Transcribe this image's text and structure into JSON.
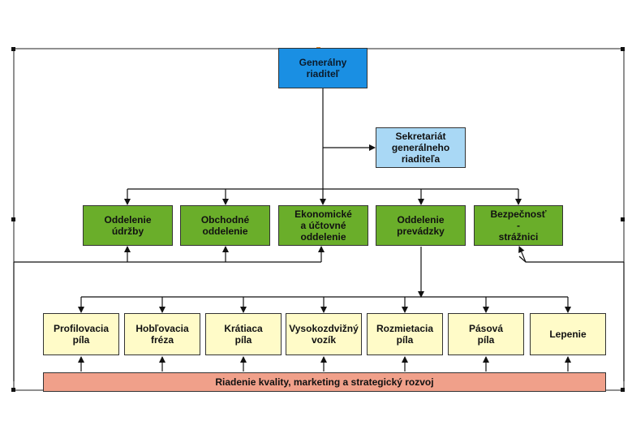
{
  "colors": {
    "top": "#1a8fe3",
    "secretariat": "#a9d8f5",
    "department": "#6aae2a",
    "production": "#fffbc8",
    "quality": "#f0a08a"
  },
  "top": {
    "label": "Generálny\nriaditeľ"
  },
  "secretariat": {
    "label": "Sekretariát\ngenerálneho\nriaditeľa"
  },
  "departments": [
    {
      "label": "Oddelenie\núdržby"
    },
    {
      "label": "Obchodné\noddelenie"
    },
    {
      "label": "Ekonomické\na účtovné\noddelenie"
    },
    {
      "label": "Oddelenie\nprevádzky"
    },
    {
      "label": "Bezpečnosť\n-\nstrážnici"
    }
  ],
  "production_units": [
    {
      "label": "Profilovacia\npíla"
    },
    {
      "label": "Hobľovacia\nfréza"
    },
    {
      "label": "Krátiaca\npíla"
    },
    {
      "label": "Vysokozdvižný\nvozík"
    },
    {
      "label": "Rozmietacia\npíla"
    },
    {
      "label": "Pásová\npíla"
    },
    {
      "label": "Lepenie"
    }
  ],
  "quality": {
    "label": "Riadenie kvality, marketing a strategický rozvoj"
  }
}
